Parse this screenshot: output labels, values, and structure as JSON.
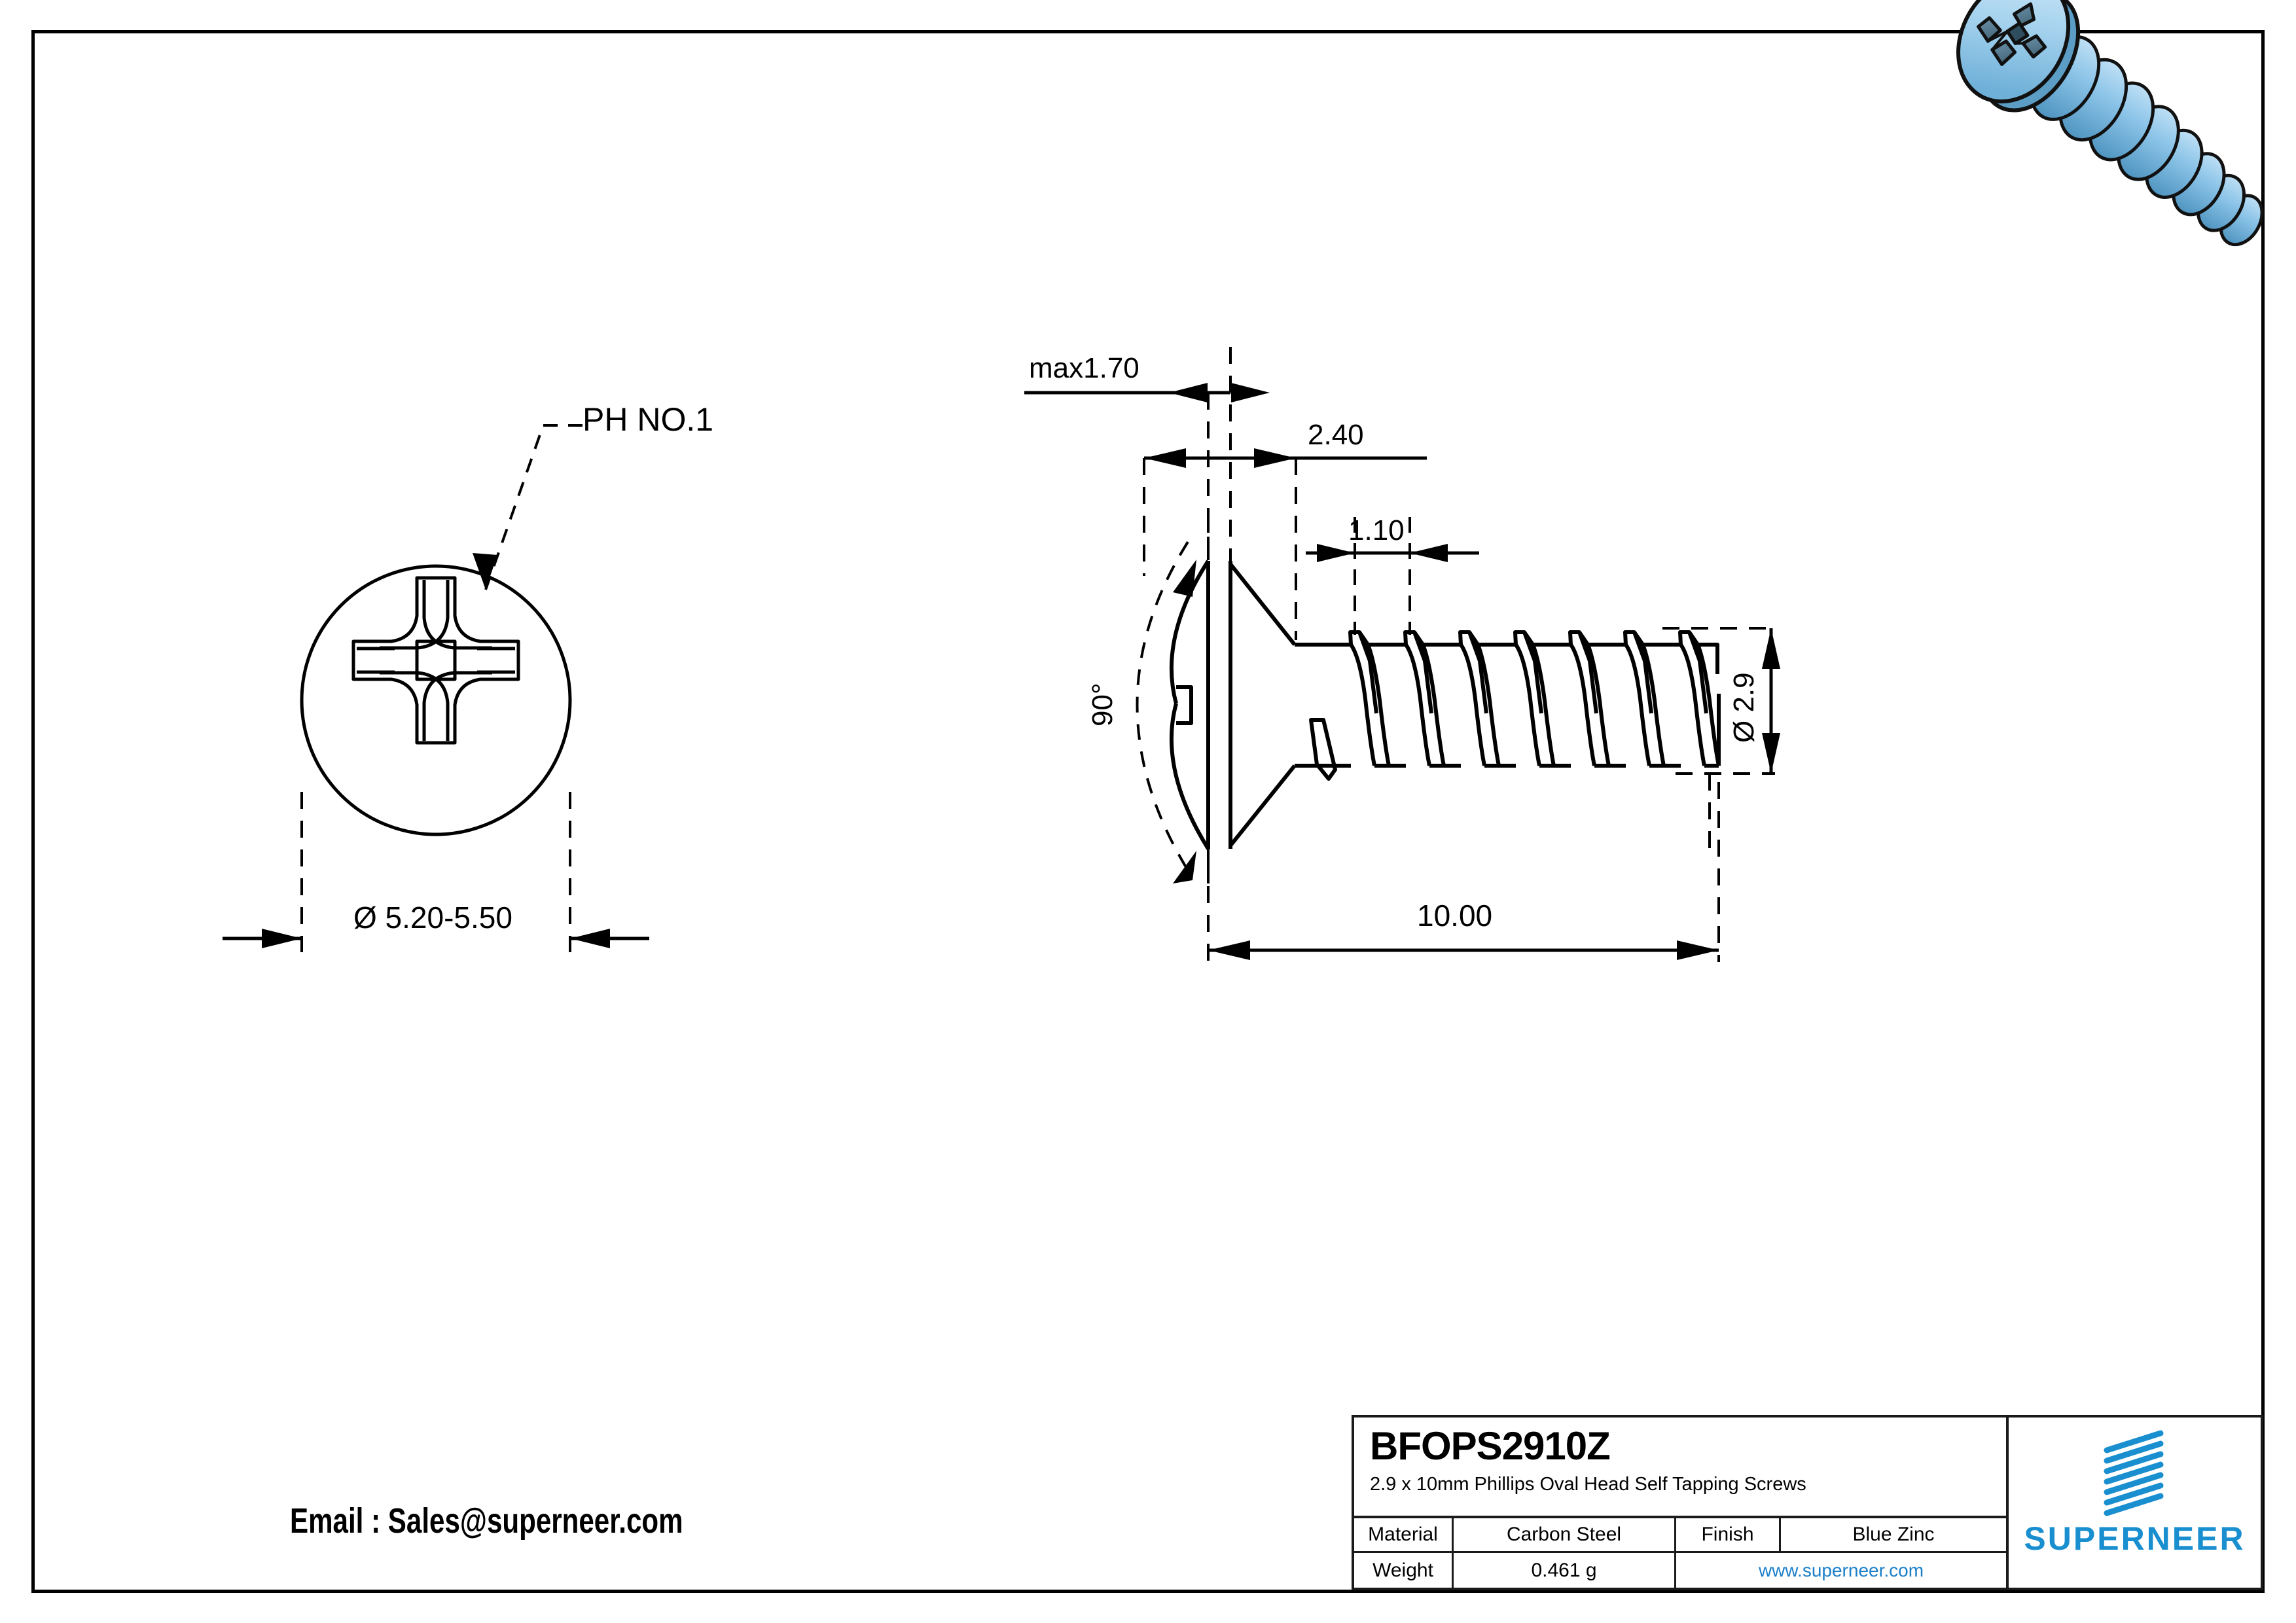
{
  "sheet": {
    "background": "#ffffff",
    "border_color": "#000000"
  },
  "drawing": {
    "front_view": {
      "callout": "PH NO.1",
      "head_diameter_dim": "Ø 5.20-5.50",
      "recess_type": "phillips-cross-recess"
    },
    "side_view": {
      "head_height_dim": "max1.70",
      "head_chamfer_dim": "2.40",
      "thread_pitch_dim": "1.10",
      "countersink_angle": "90°",
      "shank_diameter_dim": "Ø 2.9",
      "length_dim": "10.00"
    },
    "isometric_render": {
      "name": "3d-screw-render",
      "body_color": "#9ccdea",
      "highlight_color": "#d6ecf8",
      "shade_color": "#5b9dc4",
      "outline_color": "#111111"
    }
  },
  "title_block": {
    "part_number": "BFOPS2910Z",
    "description": "2.9 x 10mm Phillips Oval Head Self Tapping Screws",
    "rows": [
      {
        "label": "Material",
        "value": "Carbon Steel",
        "label2": "Finish",
        "value2": "Blue Zinc"
      },
      {
        "label": "Weight",
        "value": "0.461 g",
        "url": "www.superneer.com"
      }
    ],
    "logo": {
      "wordmark": "SUPERNEER",
      "color": "#1a8fd0"
    }
  },
  "footer": {
    "email": "Email : Sales@superneer.com"
  }
}
